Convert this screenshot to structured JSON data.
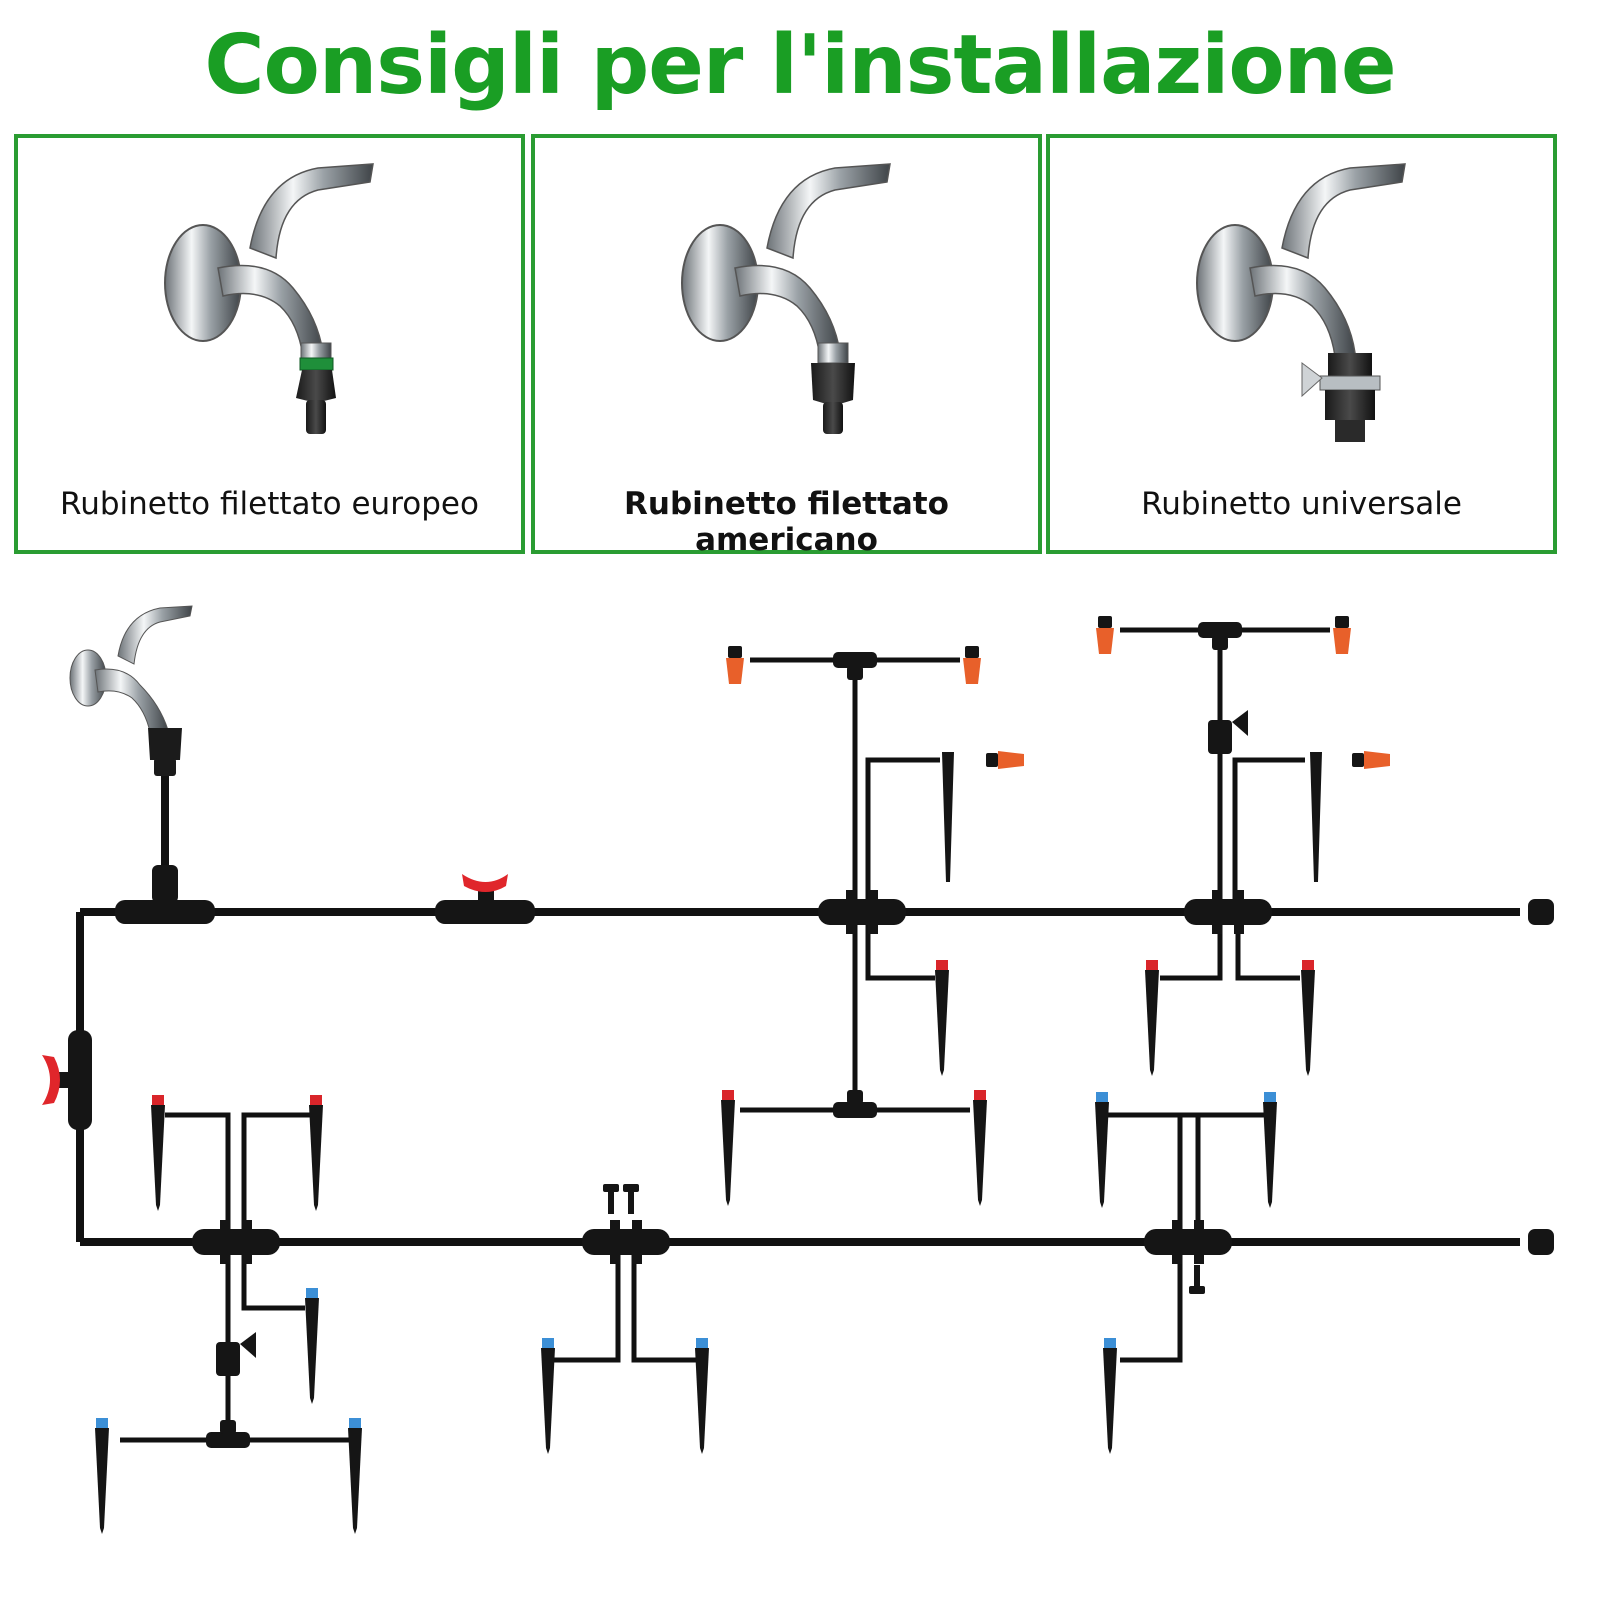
{
  "page_title": "Consigli per l'installazione",
  "faucet_options": [
    {
      "label": "Rubinetto filettato europeo",
      "connector": "green-ring-connector"
    },
    {
      "label": "Rubinetto filettato americano",
      "connector": "plain-connector"
    },
    {
      "label": "Rubinetto universale",
      "connector": "clamp-adapter"
    }
  ],
  "colors": {
    "brand_green": "#1a9e24",
    "border_green": "#2a9c32",
    "pipe_black": "#111111",
    "valve_red": "#e0262b",
    "nozzle_orange": "#e8602a",
    "dripper_red": "#d9252a",
    "dripper_blue": "#3c8fd6"
  },
  "icons": [
    "faucet-icon",
    "ball-valve-icon",
    "tee-connector-icon",
    "end-cap-icon",
    "mist-nozzle-icon",
    "dripper-stake-icon"
  ]
}
